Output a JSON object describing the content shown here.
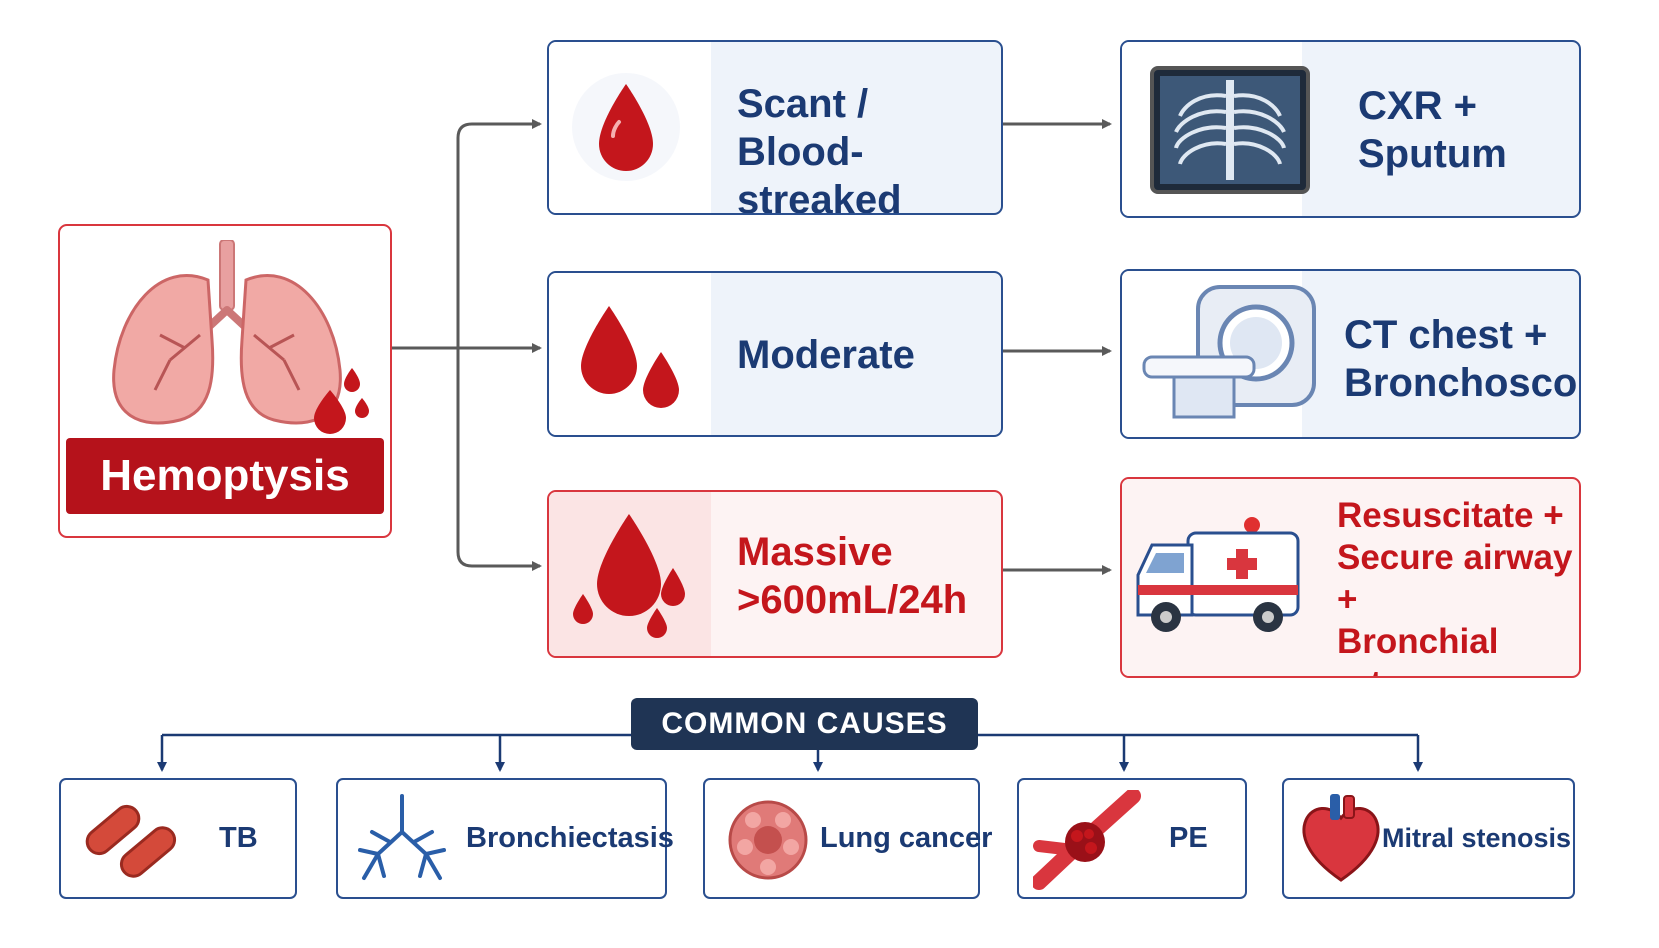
{
  "root": {
    "label": "Hemoptysis"
  },
  "severities": [
    {
      "label": "Scant /\nBlood-streaked",
      "action": "CXR +\nSputum"
    },
    {
      "label": "Moderate",
      "action": "CT chest +\nBronchoscopy"
    },
    {
      "label": "Massive\n>600mL/24h",
      "action": "Resuscitate +\nSecure airway +\nBronchial artery\nembolization"
    }
  ],
  "causes": {
    "heading": "COMMON CAUSES",
    "items": [
      "TB",
      "Bronchiectasis",
      "Lung cancer",
      "PE",
      "Mitral stenosis"
    ]
  },
  "colors": {
    "navy": "#1b3a73",
    "blood": "#c4161c",
    "border_blue": "#2a4f8f",
    "border_red": "#d9363e",
    "arrow": "#5a5a5a"
  },
  "icons": [
    "lungs-icon",
    "blood-drop-icon",
    "two-drops-icon",
    "many-drops-icon",
    "chest-xray-icon",
    "ct-scanner-icon",
    "ambulance-icon",
    "bacteria-icon",
    "bronchial-tree-icon",
    "cancer-cell-icon",
    "blood-clot-icon",
    "heart-icon"
  ]
}
